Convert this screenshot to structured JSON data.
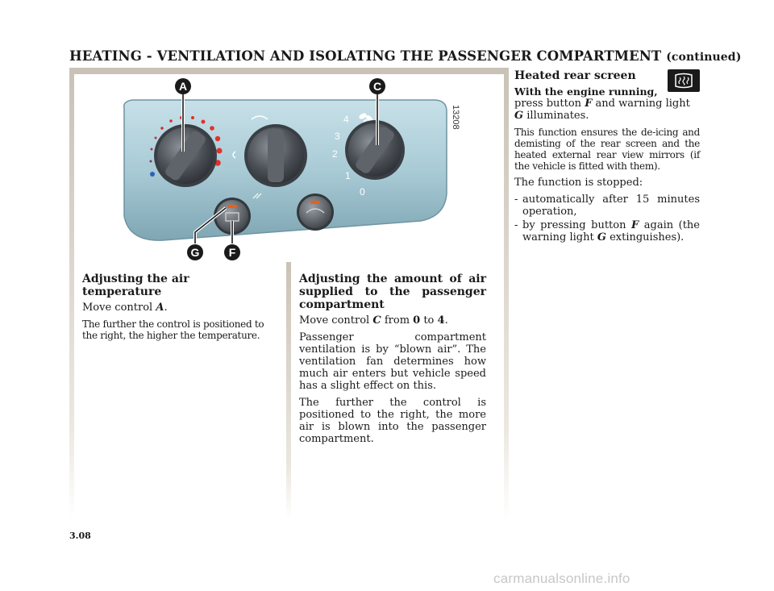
{
  "header": {
    "title": "HEATING - VENTILATION AND ISOLATING THE PASSENGER COMPARTMENT",
    "continued": "(continued)"
  },
  "figure": {
    "reference": "13208",
    "callouts": {
      "a": "A",
      "c": "C",
      "g": "G",
      "f": "F"
    },
    "scale_labels": {
      "c4": "4",
      "c3": "3",
      "c2": "2",
      "c1": "1",
      "c0": "0"
    },
    "colors": {
      "panel": "#a9cbd6",
      "knob": "#4a4f55",
      "warm_dot": "#e0312b",
      "cold_dot": "#2f5fb6",
      "button_light": "#e8601c"
    }
  },
  "air_temperature": {
    "heading": "Adjusting the air temperature",
    "p1_pre": "Move control ",
    "p1_ref": "A",
    "p1_post": ".",
    "p2": "The further the control is positioned to the right, the higher the temperature."
  },
  "air_amount": {
    "heading": "Adjusting the amount of air supplied to the passenger compartment",
    "p1_pre": "Move control ",
    "p1_ref": "C",
    "p1_mid": " from ",
    "p1_from": "0",
    "p1_to_word": " to ",
    "p1_to": "4",
    "p1_post": ".",
    "p2": "Passenger compartment ventilation is by “blown air”. The ventilation fan determines how much air enters but vehicle speed has a slight effect on this.",
    "p3": "The further the control is positioned to the right, the more air is blown into the passenger compartment."
  },
  "heated_rear_screen": {
    "heading": "Heated rear screen",
    "icon": "heated-rear-screen-icon",
    "engine_running": "With the engine running,",
    "p1_pre": "press button ",
    "p1_ref_f": "F",
    "p1_mid": " and warning light ",
    "p1_ref_g": "G",
    "p1_post": "illuminates.",
    "p2": "This function ensures the de-icing and demisting of the rear screen and the heated external rear view mirrors (if the vehicle is fitted with them).",
    "p3": "The function is stopped:",
    "items": [
      {
        "dash": "-",
        "text": "automatically after 15 minutes operation,"
      },
      {
        "dash": "-",
        "pre": "by pressing button ",
        "ref1": "F",
        "mid": " again (the warning light ",
        "ref2": "G",
        "post": " extinguishes)."
      }
    ]
  },
  "footer": {
    "page_number": "3.08",
    "watermark": "carmanualsonline.info"
  }
}
